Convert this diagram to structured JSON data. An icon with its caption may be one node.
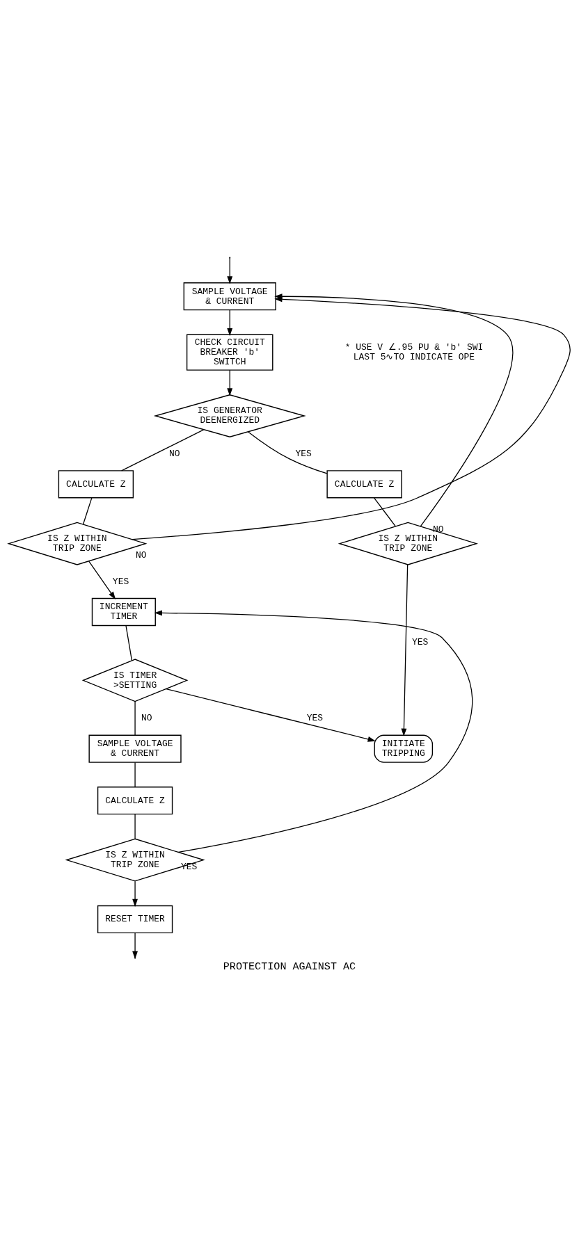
{
  "diagram": {
    "caption": "PROTECTION AGAINST AC",
    "nodes": [
      {
        "text": [
          "SAMPLE VOLTAGE & CURRENT"
        ]
      },
      {
        "text": [
          "CHECK CIRCUIT BREAKER 'b' SWITCH"
        ]
      },
      {
        "text": [
          "IS GENERATOR DEENERGIZED"
        ]
      },
      {
        "text": [
          "CALCULATE Z"
        ]
      },
      {
        "text": [
          "IS Z WITHIN TRIP ZONE"
        ]
      },
      {
        "text": [
          "CALCULATE Z"
        ]
      },
      {
        "text": [
          "IS Z WITHIN TRIP ZONE"
        ]
      },
      {
        "text": [
          "INCREMENT TIMER"
        ]
      },
      {
        "text": [
          "IS TIMER >SETTING"
        ]
      },
      {
        "text": [
          "INITIATE TRIPPING"
        ]
      },
      {
        "text": [
          "SAMPLE VOLTAGE & CURRENT"
        ]
      },
      {
        "text": [
          "CALCULATE Z"
        ]
      },
      {
        "text": [
          "IS Z WITHIN TRIP ZONE"
        ]
      },
      {
        "text": [
          "RESET TIMER"
        ]
      }
    ],
    "edges": [
      {
        "from": null,
        "to": 0,
        "arrow": "to"
      },
      {
        "from": 0,
        "to": 1,
        "arrow": "to"
      },
      {
        "from": 1,
        "to": 2,
        "arrow": "to"
      },
      {
        "from": 2,
        "to": 3,
        "arrow": "none",
        "label": "YES"
      },
      {
        "from": 2,
        "to": 5,
        "arrow": "none",
        "label": "NO"
      },
      {
        "from": 3,
        "to": 4,
        "arrow": "none"
      },
      {
        "from": 5,
        "to": 6,
        "arrow": "none"
      },
      {
        "from": 4,
        "to": 0,
        "arrow": "to",
        "label": "NO"
      },
      {
        "from": 4,
        "to": 9,
        "arrow": "to",
        "label": "YES"
      },
      {
        "from": 6,
        "to": 0,
        "arrow": "to",
        "label": "NO"
      },
      {
        "from": 6,
        "to": 7,
        "arrow": "to",
        "label": "YES"
      },
      {
        "from": 7,
        "to": 8,
        "arrow": "none"
      },
      {
        "from": 8,
        "to": 9,
        "arrow": "to",
        "label": "YES"
      },
      {
        "from": 8,
        "to": 10,
        "arrow": "none",
        "label": "NO"
      },
      {
        "from": 10,
        "to": 11,
        "arrow": "none"
      },
      {
        "from": 11,
        "to": 12,
        "arrow": "none"
      },
      {
        "from": 12,
        "to": 7,
        "arrow": "to",
        "label": "YES"
      },
      {
        "from": 12,
        "to": 13,
        "arrow": "to"
      },
      {
        "from": 13,
        "to": null,
        "arrow": "to"
      }
    ],
    "labels": [
      "* USE V ∠.95 PU & 'b' SWI LAST 5∿TO INDICATE OPE"
    ]
  }
}
